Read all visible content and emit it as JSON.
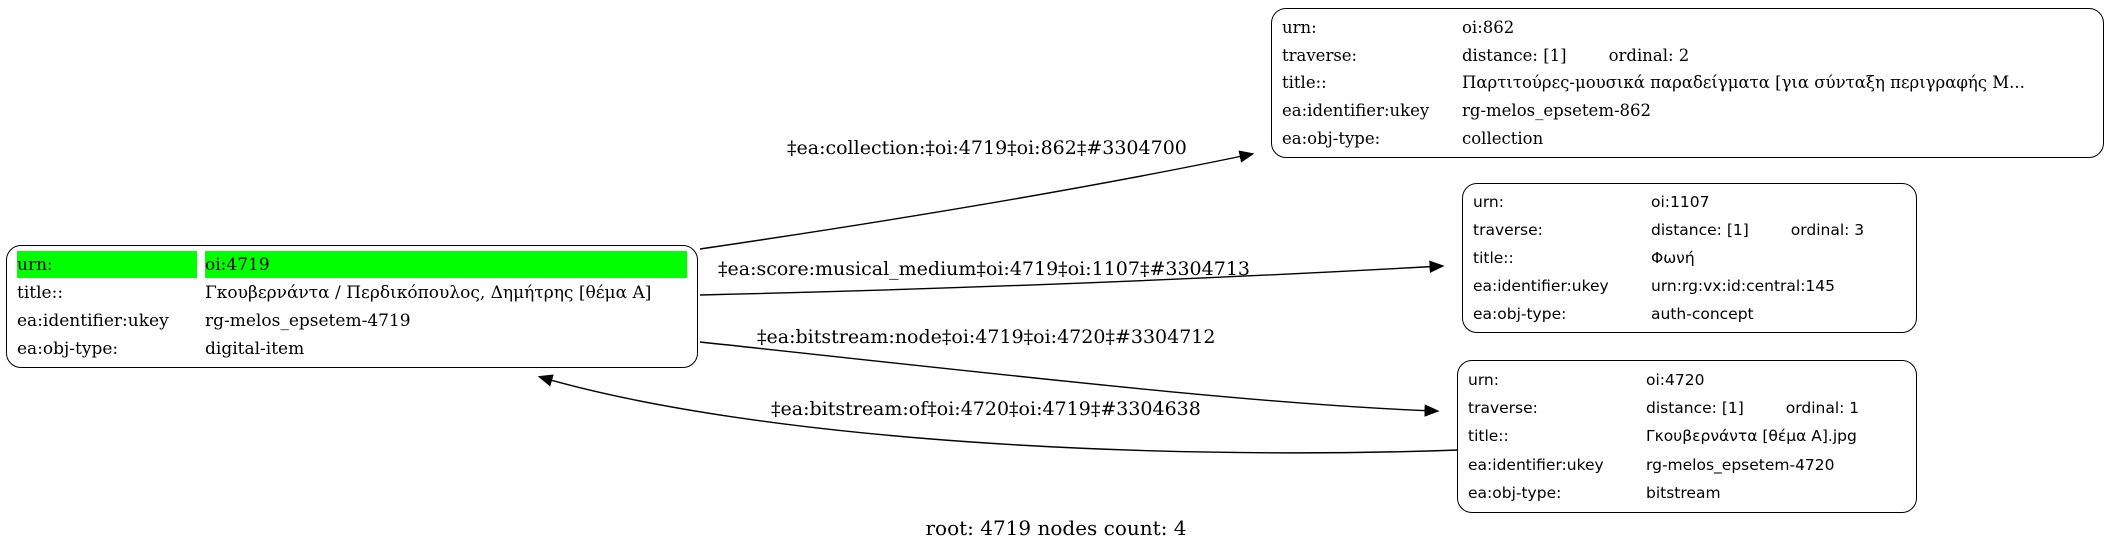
{
  "graph": {
    "caption": "root: 4719 nodes count: 4"
  },
  "colors": {
    "background": "#ffffff",
    "node_border": "#000000",
    "edge_line": "#000000",
    "highlight_green": "#00ff00"
  },
  "nodes": [
    {
      "id": "oi:4719",
      "rows": [
        {
          "label": "urn:",
          "value": "oi:4719",
          "highlighted": true
        },
        {
          "label": "title::",
          "value": "Γκουβερνάντα / Περδικόπουλος, Δημήτρης [θέμα A]"
        },
        {
          "label": "ea:identifier:ukey",
          "value": "rg-melos_epsetem-4719"
        },
        {
          "label": "ea:obj-type:",
          "value": "digital-item"
        }
      ]
    },
    {
      "id": "oi:862",
      "rows": [
        {
          "label": "urn:",
          "value": "oi:862"
        },
        {
          "label": "traverse:",
          "value": "distance: [1]",
          "value2": "ordinal: 2"
        },
        {
          "label": "title::",
          "value": "Παρτιτούρες-μουσικά παραδείγματα [για σύνταξη περιγραφής Μ..."
        },
        {
          "label": "ea:identifier:ukey",
          "value": "rg-melos_epsetem-862"
        },
        {
          "label": "ea:obj-type:",
          "value": "collection"
        }
      ]
    },
    {
      "id": "oi:1107",
      "rows": [
        {
          "label": "urn:",
          "value": "oi:1107"
        },
        {
          "label": "traverse:",
          "value": "distance: [1]",
          "value2": "ordinal: 3"
        },
        {
          "label": "title::",
          "value": "Φωνή"
        },
        {
          "label": "ea:identifier:ukey",
          "value": "urn:rg:vx:id:central:145"
        },
        {
          "label": "ea:obj-type:",
          "value": "auth-concept"
        }
      ]
    },
    {
      "id": "oi:4720",
      "rows": [
        {
          "label": "urn:",
          "value": "oi:4720"
        },
        {
          "label": "traverse:",
          "value": "distance: [1]",
          "value2": "ordinal: 1"
        },
        {
          "label": "title::",
          "value": "Γκουβερνάντα [θέμα A].jpg"
        },
        {
          "label": "ea:identifier:ukey",
          "value": "rg-melos_epsetem-4720"
        },
        {
          "label": "ea:obj-type:",
          "value": "bitstream"
        }
      ]
    }
  ],
  "edges": [
    {
      "label": "‡ea:collection:‡oi:4719‡oi:862‡#3304700",
      "from": "oi:4719",
      "to": "oi:862"
    },
    {
      "label": "‡ea:score:musical_medium‡oi:4719‡oi:1107‡#3304713",
      "from": "oi:4719",
      "to": "oi:1107"
    },
    {
      "label": "‡ea:bitstream:node‡oi:4719‡oi:4720‡#3304712",
      "from": "oi:4719",
      "to": "oi:4720"
    },
    {
      "label": "‡ea:bitstream:of‡oi:4720‡oi:4719‡#3304638",
      "from": "oi:4720",
      "to": "oi:4719"
    }
  ]
}
